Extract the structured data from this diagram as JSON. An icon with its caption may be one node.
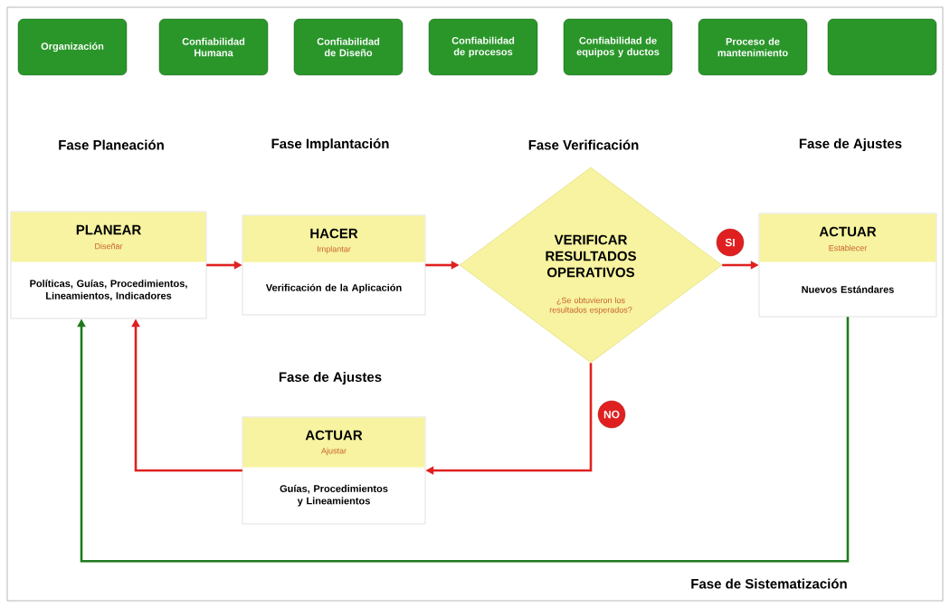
{
  "diagram": {
    "nodes": [
      {
        "text": [
          "Organización"
        ]
      },
      {
        "text": [
          "Confiabilidad Humana"
        ]
      },
      {
        "text": [
          "Confiabilidad de Diseño"
        ]
      },
      {
        "text": [
          "Confiabilidad de procesos"
        ]
      },
      {
        "text": [
          "Confiabilidad de equipos y ductos"
        ]
      },
      {
        "text": [
          "Proceso de mantenimiento"
        ]
      },
      {
        "text": [],
        "shape": "box"
      },
      {
        "text": [
          "PLANEAR",
          "Diseñar",
          "Políticas, Guías, Procedimientos, Lineamientos, Indicadores"
        ]
      },
      {
        "text": [
          "HACER",
          "Implantar",
          "Verificación de la Aplicación"
        ]
      },
      {
        "text": [
          "VERIFICAR RESULTADOS OPERATIVOS",
          "¿Se obtuvieron los resultados esperados?"
        ]
      },
      {
        "text": [
          "ACTUAR",
          "Establecer",
          "Nuevos Estándares"
        ]
      },
      {
        "text": [
          "ACTUAR",
          "Ajustar",
          "Guías, Procedimientos y Lineamientos"
        ]
      }
    ],
    "edges": [
      {
        "from": 7,
        "to": 8,
        "arrow": "to"
      },
      {
        "from": 8,
        "to": 9,
        "arrow": "to"
      },
      {
        "from": 9,
        "to": 10,
        "arrow": "to",
        "label": "SI"
      },
      {
        "from": 9,
        "to": 11,
        "arrow": "to",
        "label": "NO"
      },
      {
        "from": 11,
        "to": 7,
        "arrow": "to"
      },
      {
        "from": 10,
        "to": 7,
        "arrow": "to",
        "color": "#1e7a1e"
      }
    ],
    "labels": [
      "Fase Planeación",
      "Fase Implantación",
      "Fase Verificación",
      "Fase de Ajustes",
      "Fase de Ajustes",
      "Fase de Sistematización"
    ]
  }
}
